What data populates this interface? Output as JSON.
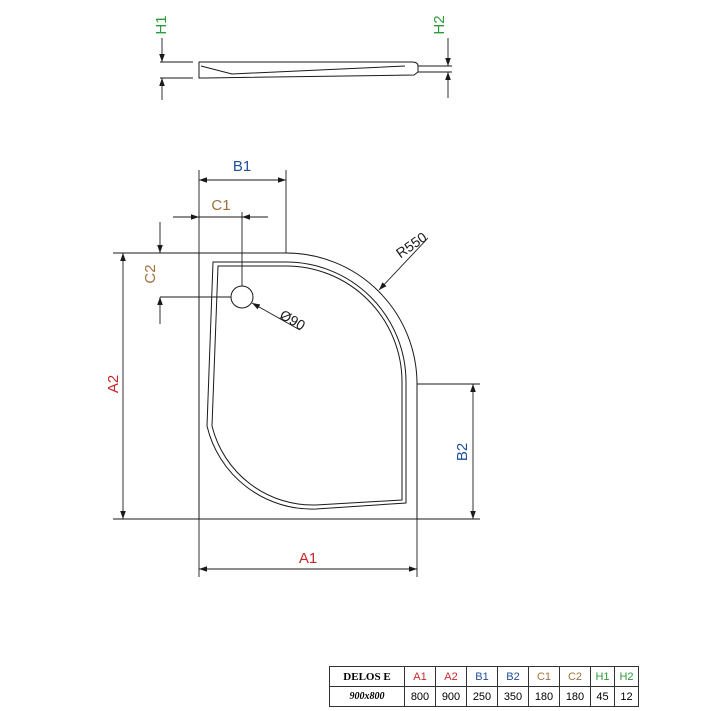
{
  "diagram": {
    "labels": {
      "h1": "H1",
      "h2": "H2",
      "b1": "B1",
      "c1": "C1",
      "c2": "C2",
      "a2": "A2",
      "b2": "B2",
      "a1": "A1",
      "radius": "R550",
      "drain": "Ø90"
    },
    "colors": {
      "h": "#2e9a3a",
      "b": "#1f4e9c",
      "c": "#a0703a",
      "a": "#c62828",
      "line": "#1a1a1a"
    }
  },
  "spec_table": {
    "model": "DELOS E",
    "size": "900x800",
    "headers": [
      "A1",
      "A2",
      "B1",
      "B2",
      "C1",
      "C2",
      "H1",
      "H2"
    ],
    "values": [
      "800",
      "900",
      "250",
      "350",
      "180",
      "180",
      "45",
      "12"
    ],
    "header_colors": [
      "#c62828",
      "#c62828",
      "#1f4e9c",
      "#1f4e9c",
      "#a0703a",
      "#a0703a",
      "#2e9a3a",
      "#2e9a3a"
    ]
  }
}
